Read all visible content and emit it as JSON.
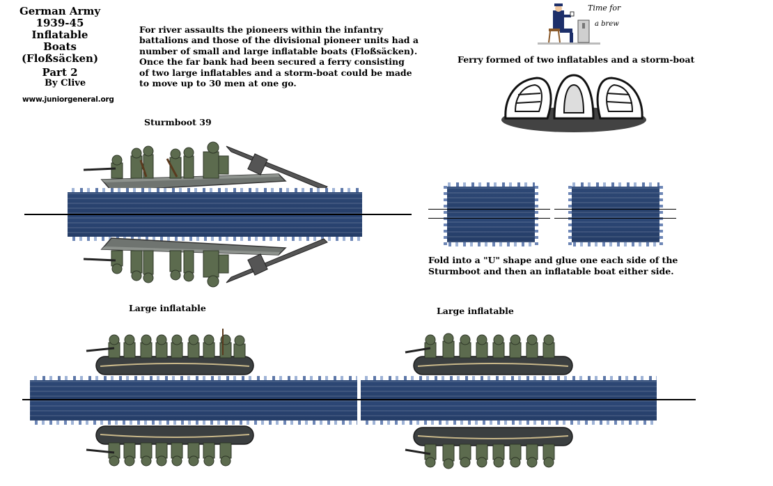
{
  "header": {
    "title_line1": "German Army",
    "title_line2": "1939-45",
    "title_line3": "Inflatable Boats",
    "title_line4": "(Floßsäcken)",
    "title_line5": "Part 2",
    "author": "By Clive",
    "website": "www.juniorgeneral.org"
  },
  "intro": {
    "lines": [
      "For river assaults the pioneers within the infantry",
      "battalions and those of the divisional pioneer units had a",
      "number of small and large inflatable boats (Floßsäcken).",
      "Once the far bank  had been secured a ferry consisting",
      "of two large inflatables  and a storm-boat could be made",
      "to move up to 30 men at one go."
    ]
  },
  "brew": {
    "line1": "Time for",
    "line2": "a brew"
  },
  "ferry": {
    "caption": "Ferry formed of two inflatables and a storm-boat"
  },
  "sturmboot": {
    "label": "Sturmboot 39"
  },
  "instructions": {
    "line1": "Fold into a \"U\" shape and glue one each side of the",
    "line2": "Sturmboot and then an inflatable boat either side."
  },
  "inflatables": {
    "left_label": "Large inflatable",
    "right_label": "Large inflatable"
  },
  "colors": {
    "water": "#27406b",
    "boat_grey": "#6f7470",
    "soldier_green": "#5c6b4e",
    "raft_dark": "#3b3f40"
  }
}
